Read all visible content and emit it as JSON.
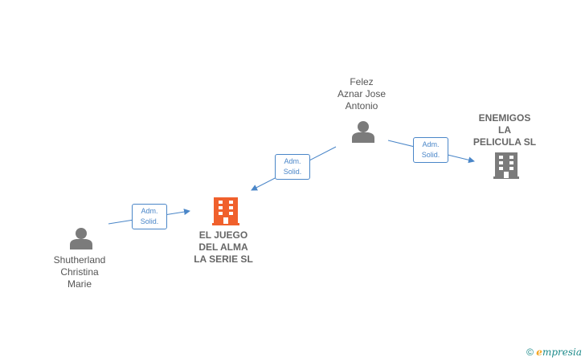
{
  "nodes": {
    "person_felez": {
      "label": "Felez\nAznar Jose\nAntonio",
      "icon": "person-icon"
    },
    "person_shutherland": {
      "label": "Shutherland\nChristina\nMarie",
      "icon": "person-icon"
    },
    "company_main": {
      "label": "EL JUEGO\nDEL ALMA\nLA SERIE  SL",
      "icon": "building-icon",
      "color": "#f0602c"
    },
    "company_enemigos": {
      "label": "ENEMIGOS\nLA\nPELICULA  SL",
      "icon": "building-icon",
      "color": "#7b7b7b"
    }
  },
  "edges": [
    {
      "label": "Adm.\nSolid."
    },
    {
      "label": "Adm.\nSolid."
    },
    {
      "label": "Adm.\nSolid."
    }
  ],
  "colors": {
    "edge": "#4a86c8",
    "person": "#7b7b7b"
  },
  "footer": {
    "copyright": "©",
    "brand_e": "e",
    "brand_rest": "mpresia"
  }
}
